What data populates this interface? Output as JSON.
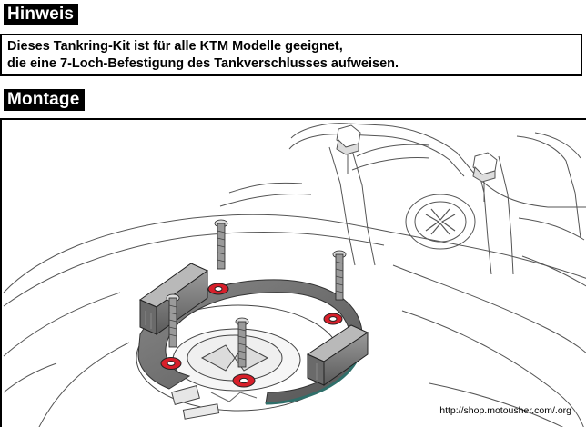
{
  "hinweis": {
    "heading": "Hinweis",
    "lines": [
      "Dieses Tankring-Kit ist für alle KTM Modelle geeignet,",
      "die eine 7-Loch-Befestigung des Tankverschlusses aufweisen."
    ]
  },
  "montage": {
    "heading": "Montage",
    "caption_url": "http://shop.motousher.com/.org",
    "colors": {
      "ring": "#6d6d6d",
      "hole_accent": "#d81f2a",
      "screw": "#8a8a8a",
      "outline": "#555555"
    }
  }
}
